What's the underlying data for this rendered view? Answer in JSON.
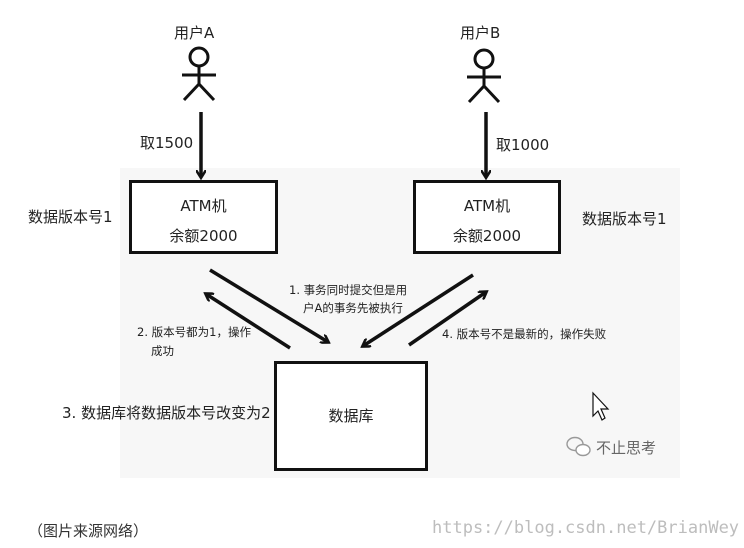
{
  "users": {
    "a": {
      "label": "用户A",
      "action": "取1500"
    },
    "b": {
      "label": "用户B",
      "action": "取1000"
    }
  },
  "atm_a": {
    "title": "ATM机",
    "balance": "余额2000",
    "version": "数据版本号1"
  },
  "atm_b": {
    "title": "ATM机",
    "balance": "余额2000",
    "version": "数据版本号1"
  },
  "database": {
    "label": "数据库"
  },
  "steps": {
    "step1_line1": "1. 事务同时提交但是用",
    "step1_line2": "户A的事务先被执行",
    "step2_line1": "2. 版本号都为1，操作",
    "step2_line2": "成功",
    "step3": "3. 数据库将数据版本号改变为2",
    "step4": "4. 版本号不是最新的，操作失败"
  },
  "branding": {
    "logo_text": "不止思考"
  },
  "caption": "（图片来源网络）",
  "watermark": "https://blog.csdn.net/BrianWey"
}
